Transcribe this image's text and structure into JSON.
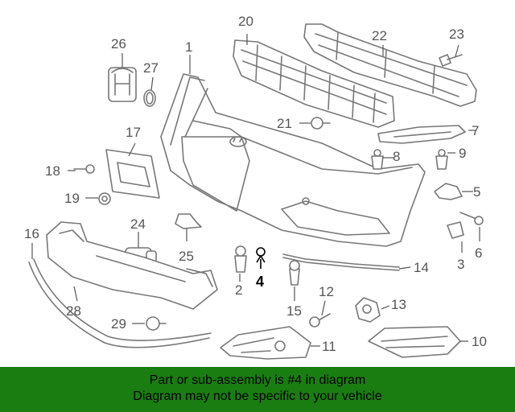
{
  "diagram": {
    "callouts": {
      "c1": "1",
      "c2": "2",
      "c3": "3",
      "c4": "4",
      "c5": "5",
      "c6": "6",
      "c7": "7",
      "c8": "8",
      "c9": "9",
      "c10": "10",
      "c11": "11",
      "c12": "12",
      "c13": "13",
      "c14": "14",
      "c15": "15",
      "c16": "16",
      "c17": "17",
      "c18": "18",
      "c19": "19",
      "c20": "20",
      "c21": "21",
      "c22": "22",
      "c23": "23",
      "c24": "24",
      "c25": "25",
      "c26": "26",
      "c27": "27",
      "c28": "28",
      "c29": "29"
    },
    "highlighted_part": "4"
  },
  "banner": {
    "line1": "Part or sub-assembly is #4 in diagram",
    "line2": "Diagram may not be specific to your vehicle",
    "background_color": "#1a7d12"
  }
}
